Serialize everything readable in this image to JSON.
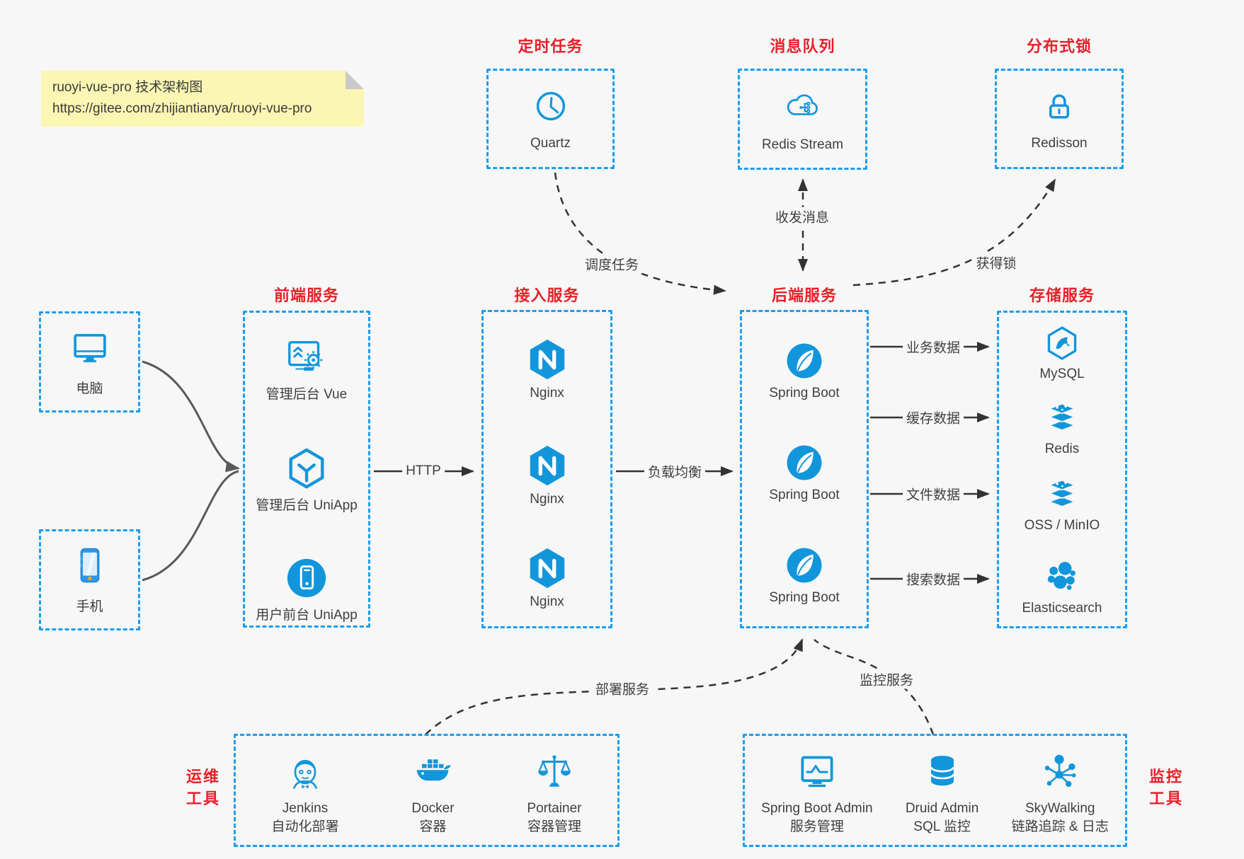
{
  "note": {
    "line1": "ruoyi-vue-pro 技术架构图",
    "line2": "https://gitee.com/zhijiantianya/ruoyi-vue-pro"
  },
  "colors": {
    "accent_blue": "#1296db",
    "border_blue": "#1b9df0",
    "title_red": "#e8202a",
    "note_bg": "#fbf6b4",
    "background": "#f7f7f7",
    "arrow_dark": "#333333",
    "arrow_gray": "#595959"
  },
  "groups": {
    "scheduled": {
      "title": "定时任务",
      "items": [
        {
          "label": "Quartz",
          "icon": "clock-icon"
        }
      ]
    },
    "mq": {
      "title": "消息队列",
      "items": [
        {
          "label": "Redis Stream",
          "icon": "cloud-stream-icon"
        }
      ]
    },
    "lock": {
      "title": "分布式锁",
      "items": [
        {
          "label": "Redisson",
          "icon": "lock-icon"
        }
      ]
    },
    "clients": {
      "computer": {
        "label": "电脑",
        "icon": "computer-icon"
      },
      "phone": {
        "label": "手机",
        "icon": "phone-icon"
      }
    },
    "frontend": {
      "title": "前端服务",
      "items": [
        {
          "label": "管理后台 Vue",
          "icon": "admin-vue-icon"
        },
        {
          "label": "管理后台 UniApp",
          "icon": "uniapp-hexagon-icon"
        },
        {
          "label": "用户前台 UniApp",
          "icon": "user-app-icon"
        }
      ]
    },
    "gateway": {
      "title": "接入服务",
      "items": [
        {
          "label": "Nginx",
          "icon": "nginx-icon"
        },
        {
          "label": "Nginx",
          "icon": "nginx-icon"
        },
        {
          "label": "Nginx",
          "icon": "nginx-icon"
        }
      ]
    },
    "backend": {
      "title": "后端服务",
      "items": [
        {
          "label": "Spring Boot",
          "icon": "spring-boot-icon"
        },
        {
          "label": "Spring Boot",
          "icon": "spring-boot-icon"
        },
        {
          "label": "Spring Boot",
          "icon": "spring-boot-icon"
        }
      ]
    },
    "storage": {
      "title": "存储服务",
      "items": [
        {
          "label": "MySQL",
          "icon": "mysql-icon"
        },
        {
          "label": "Redis",
          "icon": "redis-stack-icon"
        },
        {
          "label": "OSS / MinIO",
          "icon": "storage-stack-icon"
        },
        {
          "label": "Elasticsearch",
          "icon": "elasticsearch-icon"
        }
      ]
    },
    "ops": {
      "title_line1": "运维",
      "title_line2": "工具",
      "items": [
        {
          "name": "Jenkins",
          "desc": "自动化部署",
          "icon": "jenkins-icon"
        },
        {
          "name": "Docker",
          "desc": "容器",
          "icon": "docker-whale-icon"
        },
        {
          "name": "Portainer",
          "desc": "容器管理",
          "icon": "scales-icon"
        }
      ]
    },
    "monitoring": {
      "title_line1": "监控",
      "title_line2": "工具",
      "items": [
        {
          "name": "Spring Boot Admin",
          "desc": "服务管理",
          "icon": "monitor-chart-icon"
        },
        {
          "name": "Druid Admin",
          "desc": "SQL 监控",
          "icon": "database-icon"
        },
        {
          "name": "SkyWalking",
          "desc": "链路追踪 & 日志",
          "icon": "network-nodes-icon"
        }
      ]
    }
  },
  "edges": [
    {
      "from": "Quartz",
      "to": "后端服务",
      "label": "调度任务",
      "style": "dashed"
    },
    {
      "from": "Redis Stream",
      "to": "后端服务",
      "label": "收发消息",
      "style": "dashed-bidirectional"
    },
    {
      "from": "后端服务",
      "to": "Redisson",
      "label": "获得锁",
      "style": "dashed"
    },
    {
      "from": "电脑",
      "to": "前端服务",
      "label": "",
      "style": "solid-curve"
    },
    {
      "from": "手机",
      "to": "前端服务",
      "label": "",
      "style": "solid-curve"
    },
    {
      "from": "前端服务",
      "to": "接入服务",
      "label": "HTTP",
      "style": "solid"
    },
    {
      "from": "接入服务",
      "to": "后端服务",
      "label": "负载均衡",
      "style": "solid"
    },
    {
      "from": "后端服务",
      "to": "MySQL",
      "label": "业务数据",
      "style": "solid"
    },
    {
      "from": "后端服务",
      "to": "Redis",
      "label": "缓存数据",
      "style": "solid"
    },
    {
      "from": "后端服务",
      "to": "OSS / MinIO",
      "label": "文件数据",
      "style": "solid"
    },
    {
      "from": "后端服务",
      "to": "Elasticsearch",
      "label": "搜索数据",
      "style": "solid"
    },
    {
      "from": "运维工具",
      "to": "后端服务",
      "label": "部署服务",
      "style": "dashed"
    },
    {
      "from": "监控工具",
      "to": "后端服务",
      "label": "监控服务",
      "style": "dashed"
    }
  ]
}
